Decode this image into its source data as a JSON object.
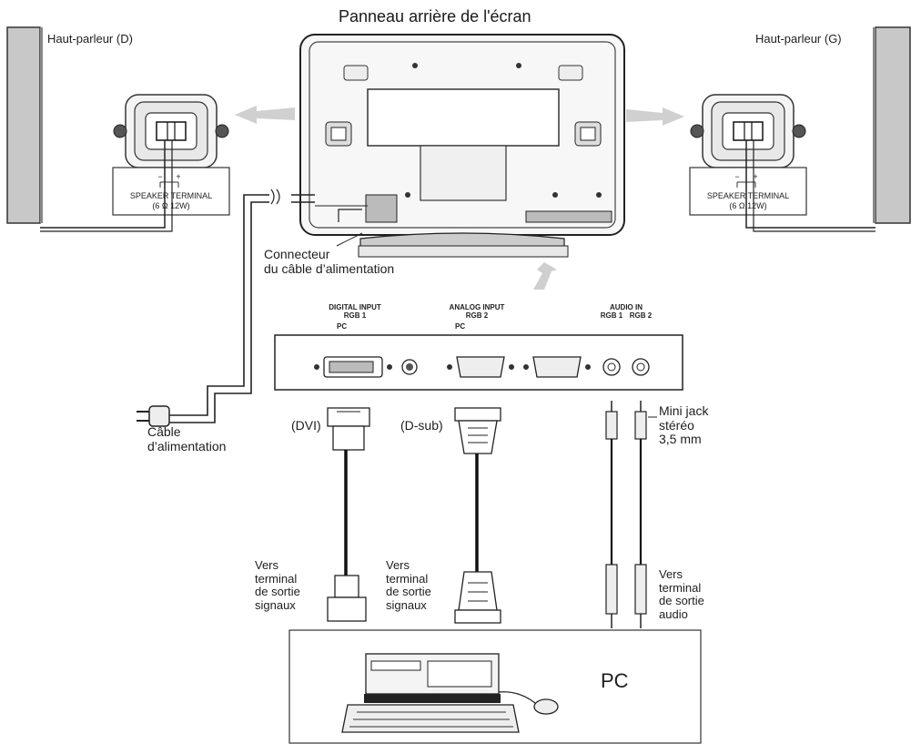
{
  "title": "Panneau arrière de l'écran",
  "speakers": {
    "right": {
      "label": "Haut-parleur (D)"
    },
    "left": {
      "label": "Haut-parleur (G)"
    },
    "terminal_label": "SPEAKER TERMINAL",
    "terminal_spec": "(6 Ω 12W)",
    "polarity_minus": "−",
    "polarity_plus": "+"
  },
  "power": {
    "connector_label": [
      "Connecteur",
      "du câble d’alimentation"
    ],
    "cable_label": [
      "Câble",
      "d’alimentation"
    ]
  },
  "panel": {
    "digital_input": [
      "DIGITAL INPUT",
      "RGB 1",
      "PC"
    ],
    "analog_input": [
      "ANALOG INPUT",
      "RGB 2",
      "PC"
    ],
    "audio_in": [
      "AUDIO IN",
      "RGB 1",
      "RGB 2"
    ]
  },
  "connectors": {
    "dvi": "(DVI)",
    "dsub": "(D-sub)",
    "mini_jack": [
      "Mini jack",
      "stéréo",
      "3,5 mm"
    ]
  },
  "pc_side": {
    "signal_output_dvi": [
      "Vers",
      "terminal",
      "de sortie",
      "signaux"
    ],
    "signal_output_dsub": [
      "Vers",
      "terminal",
      "de sortie",
      "signaux"
    ],
    "audio_output": [
      "Vers",
      "terminal",
      "de sortie",
      "audio"
    ],
    "pc_label": "PC"
  },
  "icons": [
    "monitor-rear-panel",
    "speaker",
    "power-plug",
    "dvi-connector",
    "dsub-connector",
    "mini-jack-plug",
    "desktop-pc",
    "keyboard",
    "mouse",
    "arrow"
  ]
}
